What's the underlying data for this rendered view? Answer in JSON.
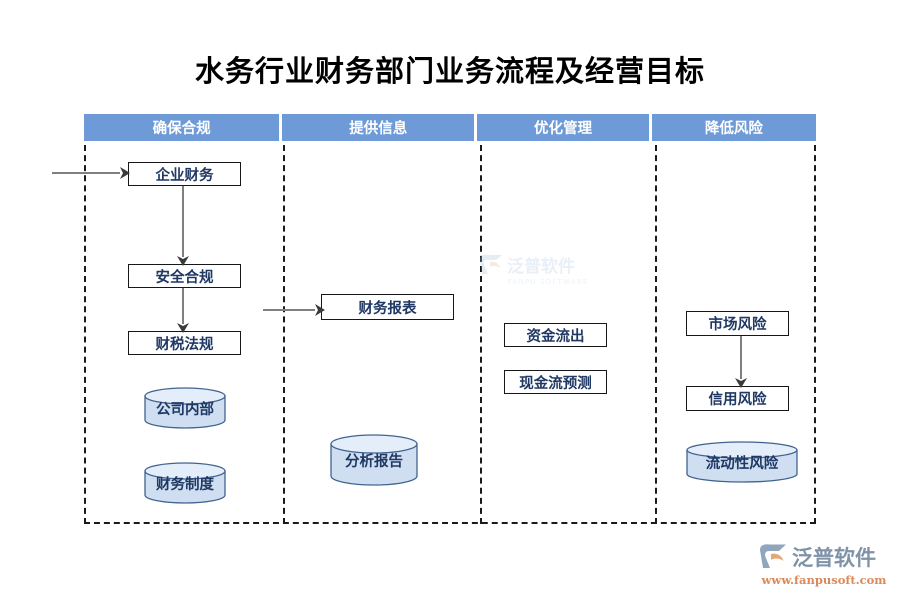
{
  "page": {
    "title": "水务行业财务部门业务流程及经营目标"
  },
  "header": {
    "columns": [
      {
        "label": "确保合规"
      },
      {
        "label": "提供信息"
      },
      {
        "label": "优化管理"
      },
      {
        "label": "降低风险"
      }
    ]
  },
  "lanes": [
    {
      "id": "lane-compliance",
      "title": "确保合规",
      "boxes": [
        {
          "label": "企业财务"
        },
        {
          "label": "安全合规"
        },
        {
          "label": "财税法规"
        }
      ],
      "cylinders": [
        {
          "label": "公司内部"
        },
        {
          "label": "财务制度"
        }
      ]
    },
    {
      "id": "lane-information",
      "title": "提供信息",
      "boxes": [
        {
          "label": "财务报表"
        }
      ],
      "cylinders": [
        {
          "label": "分析报告"
        }
      ]
    },
    {
      "id": "lane-management",
      "title": "优化管理",
      "boxes": [
        {
          "label": "资金流出"
        },
        {
          "label": "现金流预测"
        }
      ],
      "cylinders": []
    },
    {
      "id": "lane-risk",
      "title": "降低风险",
      "boxes": [
        {
          "label": "市场风险"
        },
        {
          "label": "信用风险"
        }
      ],
      "cylinders": [
        {
          "label": "流动性风险"
        }
      ]
    }
  ],
  "connectors": [
    {
      "name": "entry-arrow",
      "from": "",
      "to": "企业财务",
      "direction": "right"
    },
    {
      "name": "qiye-to-anquan",
      "from": "企业财务",
      "to": "安全合规",
      "direction": "down"
    },
    {
      "name": "anquan-to-caishui",
      "from": "安全合规",
      "to": "财税法规",
      "direction": "down"
    },
    {
      "name": "compliance-to-report",
      "from": "安全合规",
      "to": "财务报表",
      "direction": "right"
    },
    {
      "name": "shichang-to-xinyong",
      "from": "市场风险",
      "to": "信用风险",
      "direction": "down"
    }
  ],
  "watermark": {
    "text": "泛普软件",
    "subtext": "FANPU SOFTWARE"
  },
  "brand": {
    "name": "泛普软件",
    "url": "www.fanpusoft.com"
  },
  "colors": {
    "header_blue": "#6e9bd7",
    "box_text_navy": "#1f3864",
    "cylinder_fill": "#cfdff1",
    "cylinder_stroke": "#41638f",
    "arrow_gray": "#7f7f7f",
    "dash_border": "#1a1a1a",
    "brand_orange": "#d98a5a",
    "brand_gray": "#7f92a8"
  }
}
